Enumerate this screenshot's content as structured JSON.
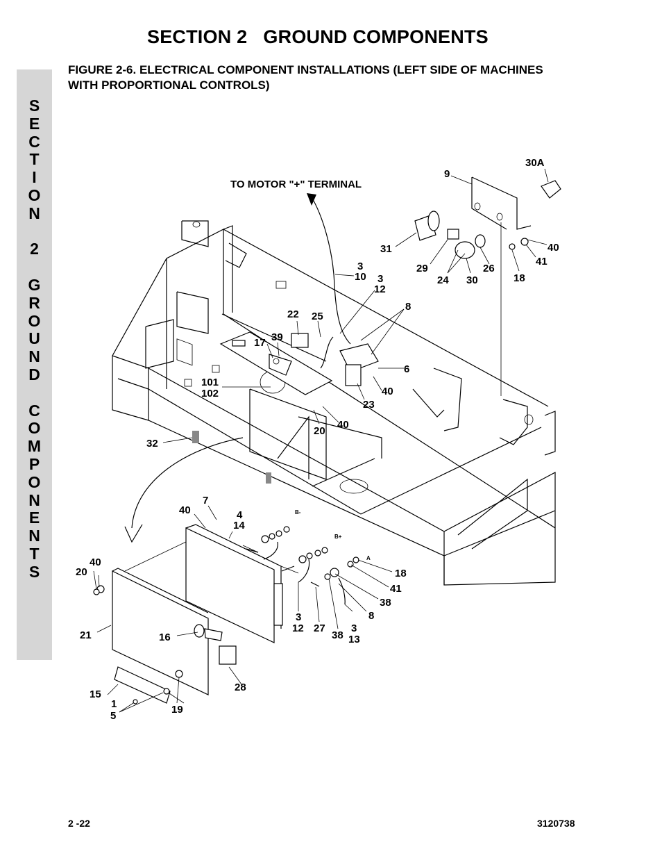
{
  "page": {
    "section_title": "SECTION 2   GROUND COMPONENTS",
    "figure_title": "FIGURE 2-6.   ELECTRICAL COMPONENT INSTALLATIONS (LEFT SIDE OF MACHINES WITH PROPORTIONAL CONTROLS)",
    "side_tab": [
      "S",
      "E",
      "C",
      "T",
      "I",
      "O",
      "N",
      "",
      "2",
      "",
      "G",
      "R",
      "O",
      "U",
      "N",
      "D",
      "",
      "C",
      "O",
      "M",
      "P",
      "O",
      "N",
      "E",
      "N",
      "T",
      "S"
    ],
    "footer_left": "2 -22",
    "footer_right": "3120738"
  },
  "diagram": {
    "note": "TO MOTOR \"+\" TERMINAL",
    "terminal_labels": [
      "B-",
      "B+",
      "A"
    ],
    "callouts": [
      "9",
      "30A",
      "31",
      "29",
      "24",
      "30",
      "26",
      "18",
      "40",
      "41",
      "3",
      "10",
      "3",
      "12",
      "8",
      "22",
      "25",
      "17",
      "39",
      "6",
      "101",
      "102",
      "40",
      "23",
      "20",
      "40",
      "32",
      "7",
      "40",
      "4",
      "14",
      "18",
      "41",
      "38",
      "8",
      "40",
      "20",
      "21",
      "16",
      "3",
      "12",
      "27",
      "38",
      "3",
      "13",
      "15",
      "1",
      "5",
      "19",
      "28"
    ]
  }
}
